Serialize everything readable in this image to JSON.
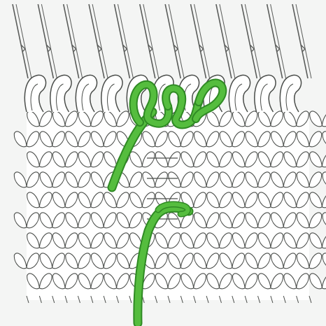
{
  "illustration": {
    "subject": "knitting-stitch-diagram",
    "palette": {
      "background": "#f4f5f4",
      "outline": "#4a4d4a",
      "stitch_fill": "#ffffff",
      "needle": "#5a5c5a",
      "yarn": "#55bd3e",
      "yarn_edge": "#2f8a24"
    },
    "knit_rows": 9,
    "top_loops": 11,
    "needles": 12,
    "yarn_loops_on_needles": 3,
    "yarn_pulled_through_rows": 2
  }
}
